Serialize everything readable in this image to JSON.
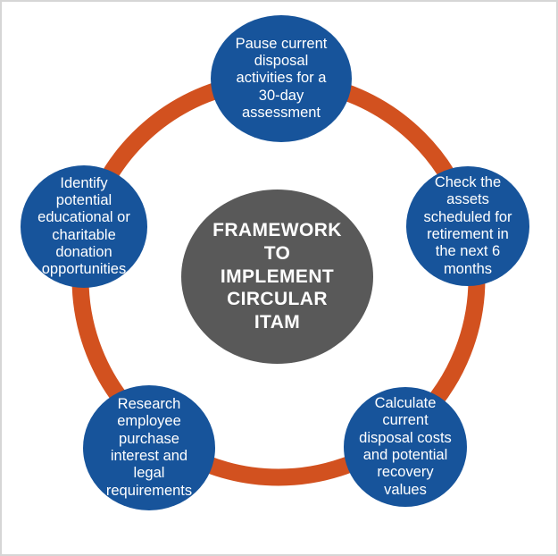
{
  "theme": {
    "blue": "#17549B",
    "gray": "#595959",
    "orange": "#D2511F",
    "label": "#FFFFFF",
    "border": "#D6D6D6",
    "bg": "#FFFFFF"
  },
  "diagram": {
    "type": "cycle",
    "center": {
      "label": [
        "FRAMEWORK",
        "TO",
        "IMPLEMENT",
        "CIRCULAR",
        "ITAM"
      ]
    },
    "nodes": [
      {
        "id": "pause-disposal",
        "position": "top",
        "label": [
          "Pause current",
          "disposal",
          "activities for a",
          "30-day",
          "assessment"
        ]
      },
      {
        "id": "check-assets",
        "position": "right",
        "label": [
          "Check the",
          "assets",
          "scheduled for",
          "retirement in",
          "the next 6",
          "months"
        ]
      },
      {
        "id": "calculate-costs",
        "position": "bottom-right",
        "label": [
          "Calculate",
          "current",
          "disposal costs",
          "and potential",
          "recovery",
          "values"
        ]
      },
      {
        "id": "research-employee-purchase",
        "position": "bottom-left",
        "label": [
          "Research",
          "employee",
          "purchase",
          "interest and",
          "legal",
          "requirements"
        ]
      },
      {
        "id": "identify-donation",
        "position": "left",
        "label": [
          "Identify",
          "potential",
          "educational or",
          "charitable",
          "donation",
          "opportunities"
        ]
      }
    ]
  }
}
